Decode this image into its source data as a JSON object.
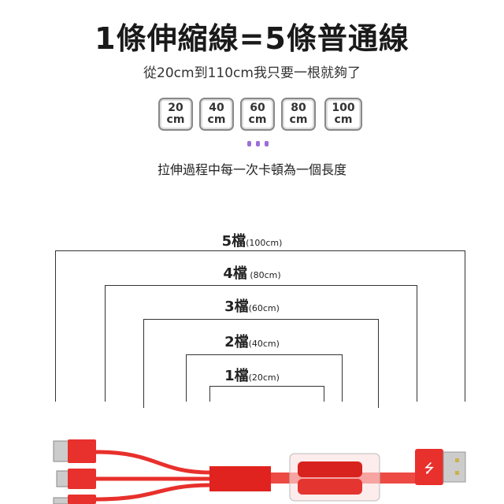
{
  "title": "1條伸縮線=5條普通線",
  "subtitle": "從20cm到110cm我只要一根就夠了",
  "badges": [
    {
      "num": "20",
      "unit": "cm"
    },
    {
      "num": "40",
      "unit": "cm"
    },
    {
      "num": "60",
      "unit": "cm"
    },
    {
      "num": "80",
      "unit": "cm"
    },
    {
      "num": "100",
      "unit": "cm"
    }
  ],
  "note": "拉伸過程中每一次卡頓為一個長度",
  "levels": [
    {
      "label": "5檔",
      "len": "(100cm)"
    },
    {
      "label": "4檔",
      "len": " (80cm)"
    },
    {
      "label": "3檔",
      "len": "(60cm)"
    },
    {
      "label": "2檔",
      "len": "(40cm)"
    },
    {
      "label": "1檔",
      "len": "(20cm)"
    }
  ],
  "colors": {
    "cable": "#e8302c",
    "accent_dots": "#9b6fd6"
  }
}
